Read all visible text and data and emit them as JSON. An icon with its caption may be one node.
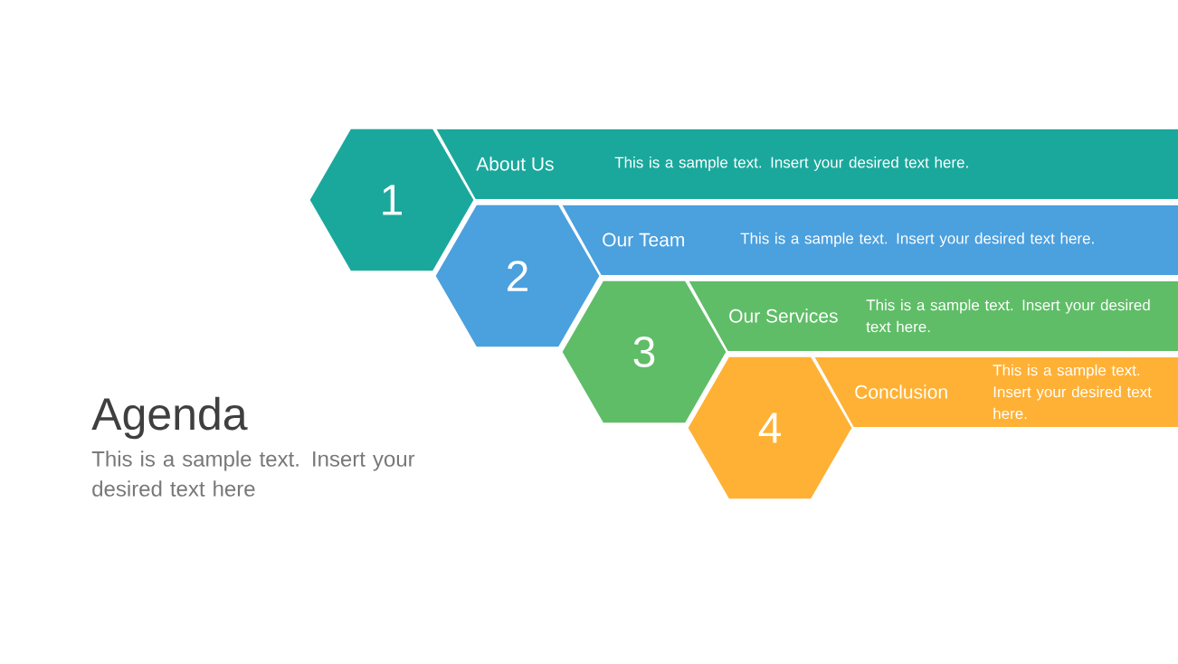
{
  "diagram": {
    "title": "Agenda",
    "nodes": [
      {
        "text": [
          "1"
        ]
      },
      {
        "text": [
          "About Us",
          "This is a sample text. Insert your desired text here."
        ]
      },
      {
        "text": [
          "2"
        ]
      },
      {
        "text": [
          "Our Team",
          "This is a sample text. Insert your desired text here."
        ]
      },
      {
        "text": [
          "3"
        ]
      },
      {
        "text": [
          "Our Services",
          "This is a sample text. Insert your desired text here."
        ]
      },
      {
        "text": [
          "4"
        ]
      },
      {
        "text": [
          "Conclusion",
          "This is a sample text. Insert your desired text here."
        ]
      }
    ],
    "labels": [
      "This is a sample text. Insert your desired text here"
    ]
  }
}
